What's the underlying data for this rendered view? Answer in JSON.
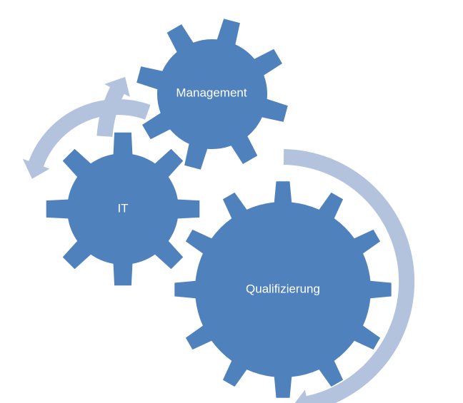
{
  "diagram": {
    "gears": [
      {
        "id": "management",
        "label": "Management"
      },
      {
        "id": "it",
        "label": "IT"
      },
      {
        "id": "qualifizierung",
        "label": "Qualifizierung"
      }
    ],
    "arrows": [
      {
        "id": "it-to-management",
        "direction": "clockwise"
      },
      {
        "id": "management-to-it",
        "direction": "counterclockwise"
      },
      {
        "id": "management-to-qualifizierung",
        "direction": "clockwise"
      }
    ],
    "colors": {
      "gear": "#4f81bd",
      "arrow": "#b3c3de",
      "label": "#ffffff"
    }
  }
}
